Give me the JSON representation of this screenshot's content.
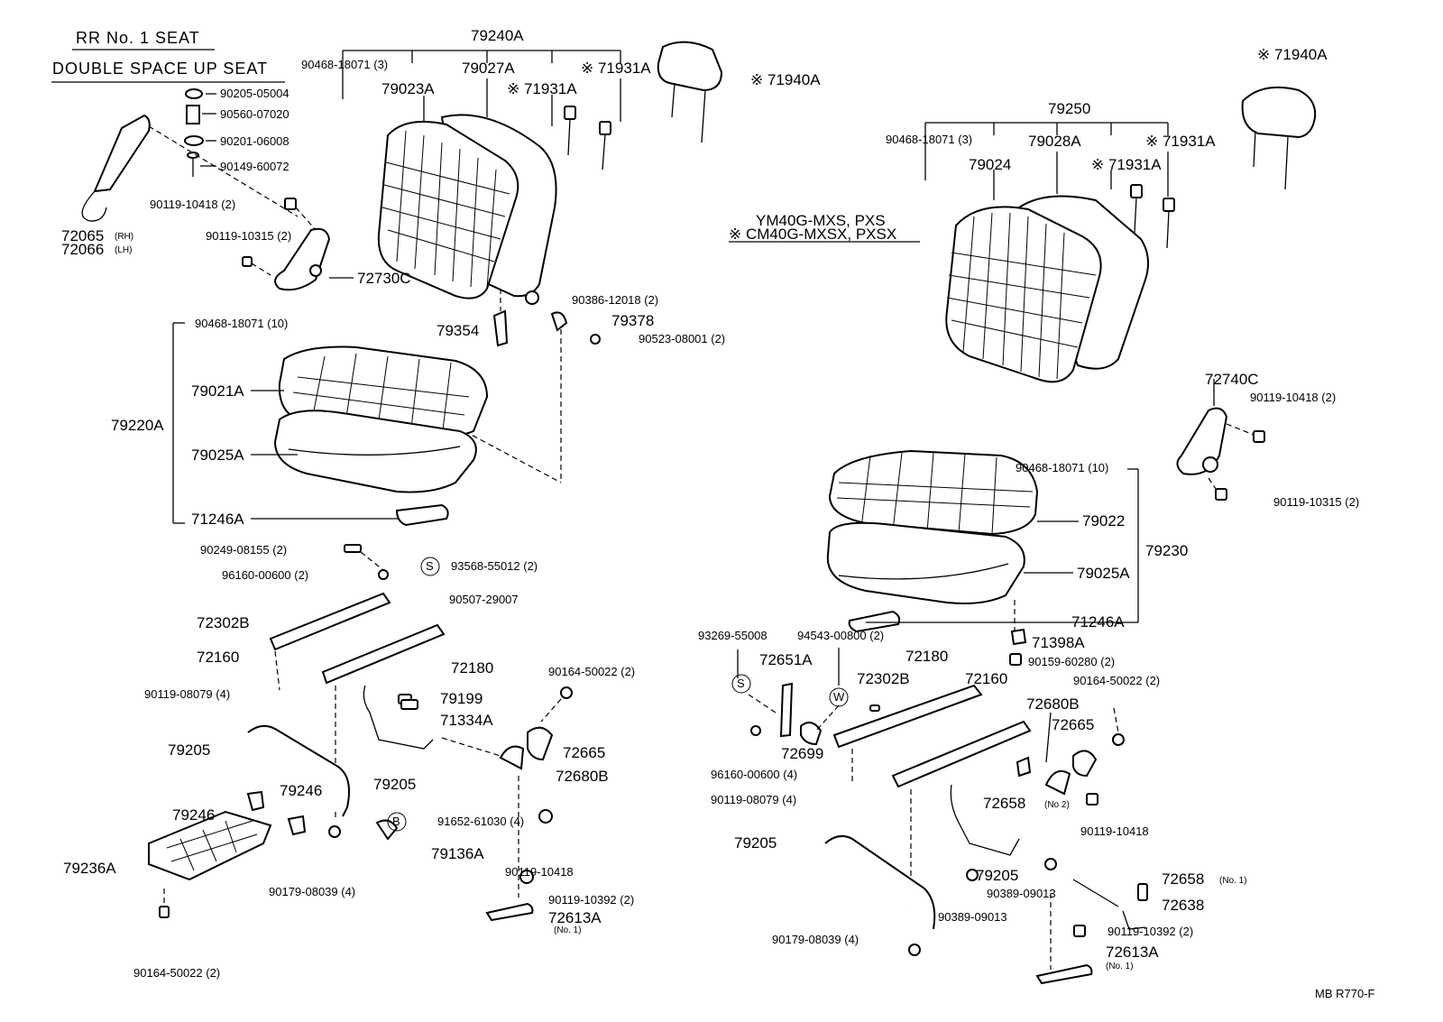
{
  "header": {
    "title_line1": "RR  No. 1  SEAT",
    "title_line2": "DOUBLE  SPACE  UP  SEAT",
    "models_line1": "YM40G-MXS, PXS",
    "models_line2": "※ CM40G-MXSX, PXSX",
    "footer_code": "MB  R770-F"
  },
  "left_assembly": {
    "labels": [
      "79240A",
      "90468-18071 (3)",
      "79023A",
      "79027A",
      "※ 71931A",
      "※ 71931A",
      "※ 71940A",
      "90205-05004",
      "90560-07020",
      "90201-06008",
      "90149-60072",
      "72065",
      "(RH)",
      "72066",
      "(LH)",
      "90119-10418 (2)",
      "90119-10315 (2)",
      "72730C",
      "90386-12018 (2)",
      "79378",
      "79354",
      "90523-08001 (2)",
      "90468-18071 (10)",
      "79021A",
      "79220A",
      "79025A",
      "71246A",
      "90249-08155 (2)",
      "93568-55012 (2)",
      "96160-00600 (2)",
      "90507-29007",
      "72302B",
      "72160",
      "72180",
      "90164-50022 (2)",
      "90119-08079 (4)",
      "79199",
      "71334A",
      "79205",
      "72665",
      "79205",
      "72680B",
      "79246",
      "79246",
      "91652-61030 (4)",
      "79136A",
      "79236A",
      "90179-08039 (4)",
      "90119-10418",
      "90119-10392 (2)",
      "72613A",
      "(No. 1)",
      "90164-50022 (2)"
    ]
  },
  "right_assembly": {
    "labels": [
      "※ 71940A",
      "79250",
      "90468-18071 (3)",
      "79028A",
      "※ 71931A",
      "79024",
      "※ 71931A",
      "72740C",
      "90119-10418 (2)",
      "90468-18071 (10)",
      "90119-10315 (2)",
      "79022",
      "79230",
      "79025A",
      "71246A",
      "93269-55008",
      "94543-00800 (2)",
      "71398A",
      "72651A",
      "72180",
      "90159-60280 (2)",
      "72302B",
      "72160",
      "90164-50022 (2)",
      "72680B",
      "72665",
      "72699",
      "96160-00600 (4)",
      "90119-08079 (4)",
      "72658",
      "(No 2)",
      "90119-10418",
      "79205",
      "79205",
      "90389-09013",
      "90389-09013",
      "72658",
      "(No. 1)",
      "72638",
      "90179-08039 (4)",
      "90119-10392 (2)",
      "72613A",
      "(No. 1)"
    ]
  },
  "markers": {
    "s": "S",
    "w": "W",
    "b": "B"
  }
}
